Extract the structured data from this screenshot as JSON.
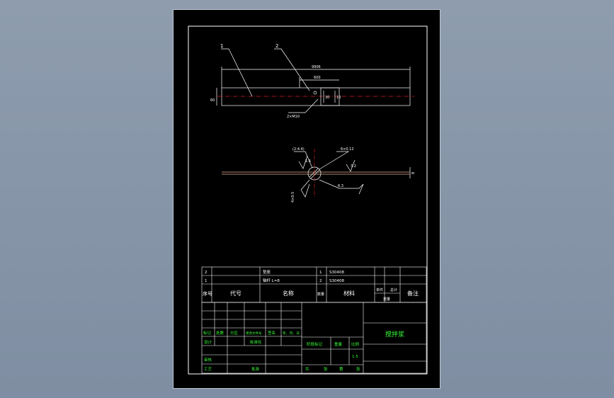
{
  "colors": {
    "background": "#000000",
    "lines": "#ffffff",
    "centerline": "#e02020",
    "title_text": "#39ff39"
  },
  "top_view": {
    "balloons": [
      "1",
      "2"
    ],
    "dim_length": "9906",
    "dim_offset": "600",
    "dim_height": "60",
    "dim_slot_a": "30",
    "dim_slot_b": "10",
    "hole_note": "2×M10"
  },
  "section_view": {
    "note_top_left": "(2:4.4)",
    "note_top_right": "6×0.12",
    "rough_1": "1.6",
    "rough_2": "3.2",
    "rough_3": "6.3",
    "left_note": "4×0.5",
    "right_dim": "8"
  },
  "bom": {
    "rows": [
      {
        "no": "2",
        "code": "",
        "name": "垫座",
        "qty": "1",
        "material": "S30408"
      },
      {
        "no": "1",
        "code": "",
        "name": "轴杆 L=8",
        "qty": "2",
        "material": "S30408"
      }
    ],
    "header": {
      "no": "序号",
      "code": "代号",
      "name": "名称",
      "qty": "数量",
      "material": "材料",
      "unit": "单件",
      "total": "总计",
      "weight": "重量",
      "remark": "备注"
    }
  },
  "title_block": {
    "part_name": "搅拌浆",
    "change_headers": [
      "标记",
      "处数",
      "分区",
      "更改文件号",
      "签名",
      "年、月、日"
    ],
    "design": "设计",
    "standardize": "标准化",
    "review": "审核",
    "process": "工艺",
    "approve": "批准",
    "stage_mark": "阶段标记",
    "weight": "重量",
    "scale": "比例",
    "scale_value": "1:5",
    "sheet_info": [
      "共",
      "张",
      "第",
      "张"
    ]
  }
}
